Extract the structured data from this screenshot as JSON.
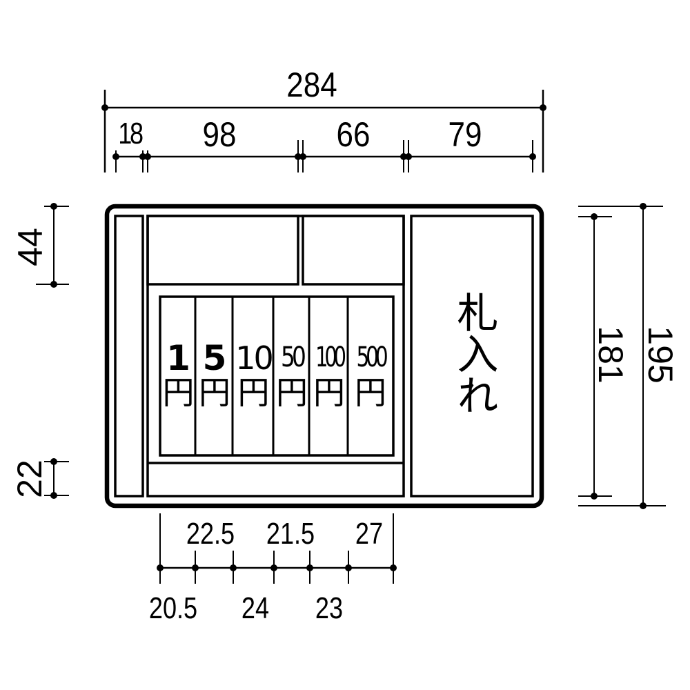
{
  "diagram": {
    "type": "dimension-drawing",
    "subject": "cash tray",
    "colors": {
      "line": "#000000",
      "background": "#ffffff"
    }
  },
  "dimensions": {
    "top_overall": "284",
    "top_segments": [
      "18",
      "98",
      "66",
      "79"
    ],
    "left_top": "44",
    "left_bottom": "22",
    "right_inner": "181",
    "right_overall": "195",
    "bottom_upper": [
      "22.5",
      "21.5",
      "27"
    ],
    "bottom_lower": [
      "20.5",
      "24",
      "23"
    ]
  },
  "compartments": {
    "coins": [
      {
        "value": "1",
        "unit": "円"
      },
      {
        "value": "5",
        "unit": "円"
      },
      {
        "value": "10",
        "unit": "円"
      },
      {
        "value": "50",
        "unit": "円"
      },
      {
        "value": "100",
        "unit": "円"
      },
      {
        "value": "500",
        "unit": "円"
      }
    ],
    "bill_slot": "札入れ"
  }
}
